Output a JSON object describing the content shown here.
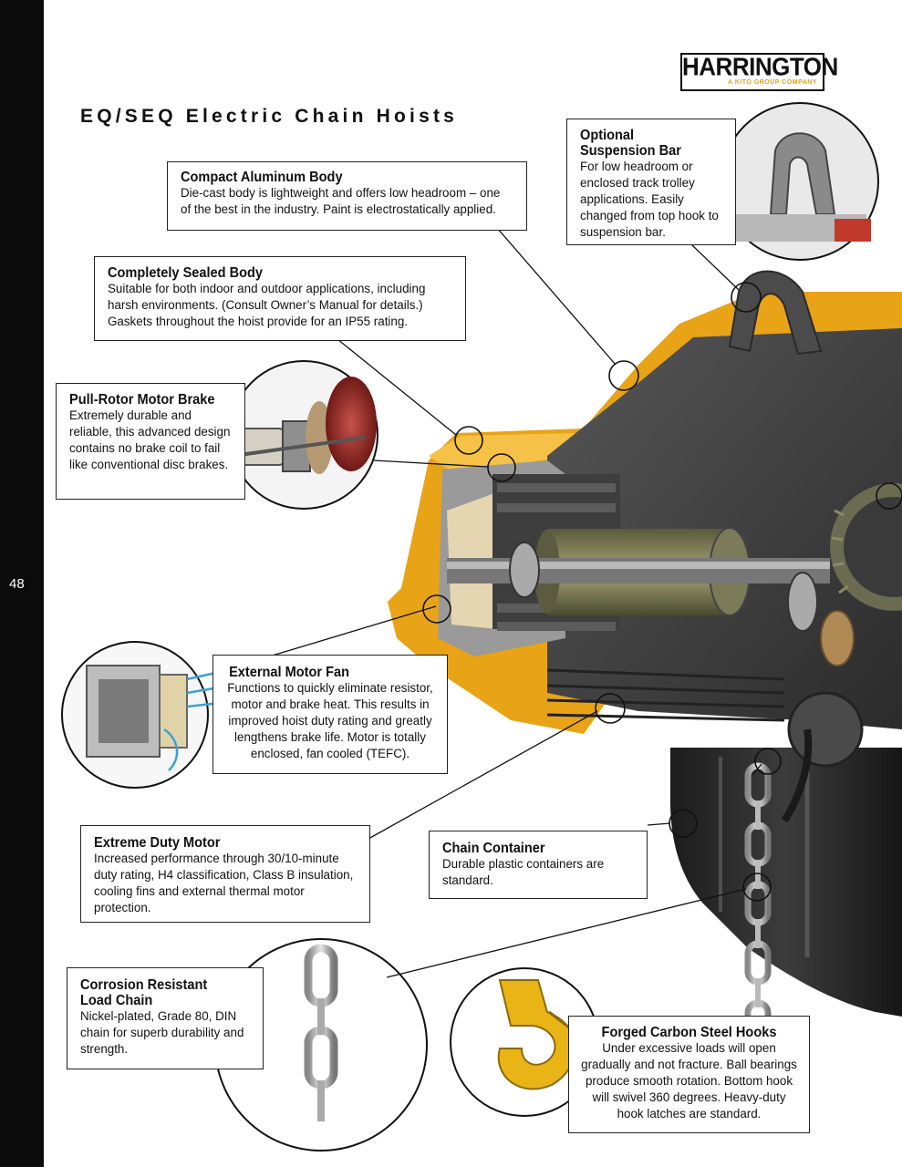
{
  "page": {
    "number": "48",
    "title": "EQ/SEQ Electric Chain Hoists"
  },
  "logo": {
    "word": "HARRINGTON",
    "sub": "A KITO GROUP COMPANY"
  },
  "colors": {
    "hoist_yellow": "#e8a317",
    "hoist_dark": "#3a3a3a",
    "sidebar": "#0b0b0b"
  },
  "callouts": {
    "aluminum": {
      "title": "Compact Aluminum Body",
      "body": "Die-cast body is lightweight and offers low headroom – one of the best in the industry. Paint is electrostatically applied."
    },
    "sealed": {
      "title": "Completely Sealed Body",
      "body": "Suitable for both indoor and outdoor applications, including harsh environments. (Consult Owner’s Manual for details.) Gaskets throughout the hoist provide for an IP55 rating."
    },
    "brake": {
      "title": "Pull-Rotor Motor Brake",
      "body": "Extremely durable and reliable, this advanced design contains no brake coil to fail like conventional disc brakes."
    },
    "suspension": {
      "title_line1": "Optional",
      "title_line2": "Suspension Bar",
      "body": "For low headroom or enclosed track trolley applications. Easily changed from top hook to suspension bar."
    },
    "fan": {
      "title": "External Motor Fan",
      "body": "Functions to quickly eliminate resistor, motor and brake heat. This results in improved hoist duty rating and greatly lengthens brake life. Motor is totally enclosed, fan cooled (TEFC)."
    },
    "motor": {
      "title": "Extreme Duty Motor",
      "body": "Increased performance through 30/10-minute duty rating, H4 classification, Class B insulation, cooling fins and external thermal motor protection."
    },
    "container": {
      "title": "Chain Container",
      "body": "Durable plastic containers are standard."
    },
    "chain": {
      "title_line1": "Corrosion Resistant",
      "title_line2": "Load Chain",
      "body": "Nickel-plated, Grade 80, DIN chain for superb durability and strength."
    },
    "hooks": {
      "title": "Forged Carbon Steel Hooks",
      "body": "Under excessive loads will open gradually and not fracture. Ball bearings produce smooth rotation. Bottom hook will swivel 360 degrees. Heavy-duty hook latches are standard."
    }
  }
}
